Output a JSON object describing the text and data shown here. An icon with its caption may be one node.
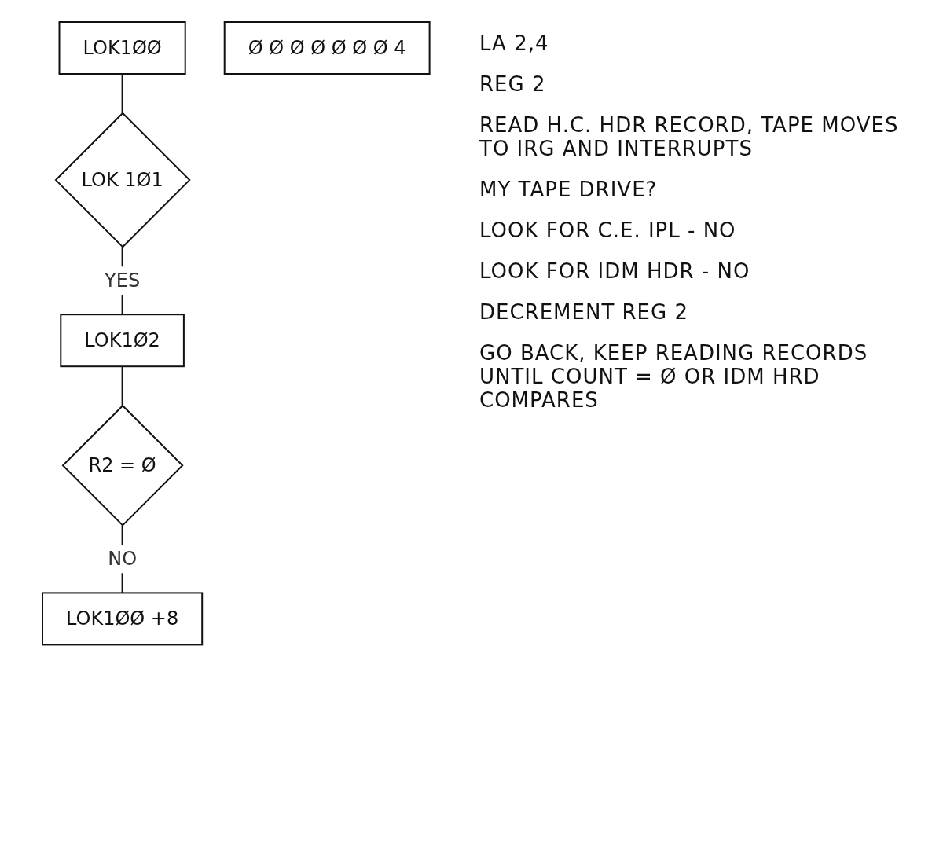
{
  "diagram": {
    "nodes": [
      {
        "text": [
          "LOK1ØØ"
        ]
      },
      {
        "text": [
          "LOK 1Ø1"
        ]
      },
      {
        "text": [
          "LOK1Ø2"
        ]
      },
      {
        "text": [
          "R2 = Ø"
        ]
      },
      {
        "text": [
          "LOK1ØØ +8"
        ]
      },
      {
        "text": [
          "Ø Ø Ø Ø Ø Ø Ø 4"
        ]
      }
    ],
    "edges": [
      {
        "from": 0,
        "to": 1,
        "arrow": "none"
      },
      {
        "from": 1,
        "to": 2,
        "arrow": "none",
        "label": "YES"
      },
      {
        "from": 2,
        "to": 3,
        "arrow": "none"
      },
      {
        "from": 3,
        "to": 4,
        "arrow": "none",
        "label": "NO"
      }
    ],
    "labels": [
      "LA 2,4",
      "REG 2",
      "READ H.C. HDR RECORD, TAPE MOVES TO IRG AND INTERRUPTS",
      "MY TAPE DRIVE?",
      "LOOK FOR C.E. IPL - NO",
      "LOOK FOR IDM HDR - NO",
      "DECREMENT REG 2",
      "GO BACK, KEEP READING RECORDS UNTIL COUNT = Ø OR IDM HRD COMPARES"
    ]
  }
}
